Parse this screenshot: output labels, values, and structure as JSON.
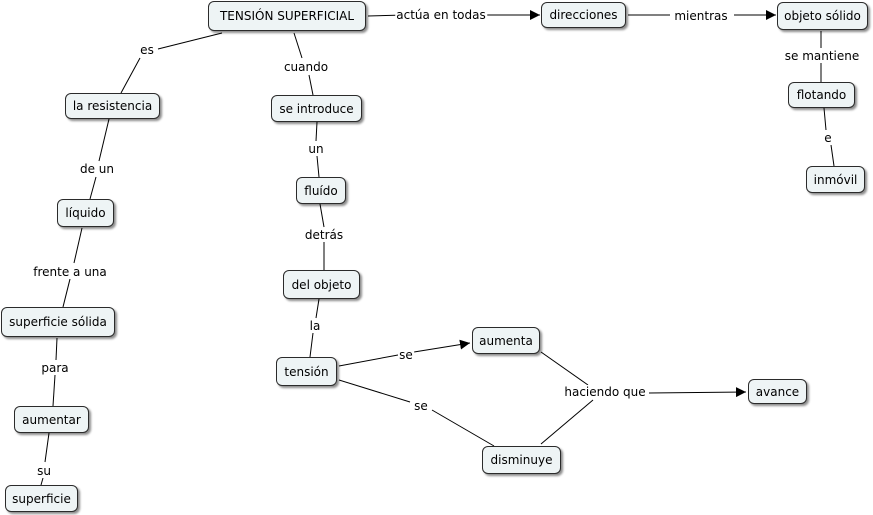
{
  "nodes": {
    "tension_superficial": "TENSIÓN SUPERFICIAL",
    "direcciones": "direcciones",
    "objeto_solido": "objeto sólido",
    "flotando": "flotando",
    "inmovil": "inmóvil",
    "la_resistencia": "la resistencia",
    "liquido": "líquido",
    "superficie_solida": "superficie sólida",
    "aumentar": "aumentar",
    "superficie": "superficie",
    "se_introduce": "se introduce",
    "fluido": "fluído",
    "del_objeto": "del objeto",
    "tension": "tensión",
    "aumenta": "aumenta",
    "disminuye": "disminuye",
    "avance": "avance"
  },
  "links": {
    "actua_en_todas": "actúa en todas",
    "mientras": "mientras",
    "se_mantiene": "se mantiene",
    "e": "e",
    "es": "es",
    "de_un": "de un",
    "frente_a_una": "frente a una",
    "para": "para",
    "su": "su",
    "cuando": "cuando",
    "un": "un",
    "detras": "detrás",
    "la": "la",
    "se_1": "se",
    "se_2": "se",
    "haciendo_que": "haciendo que"
  }
}
